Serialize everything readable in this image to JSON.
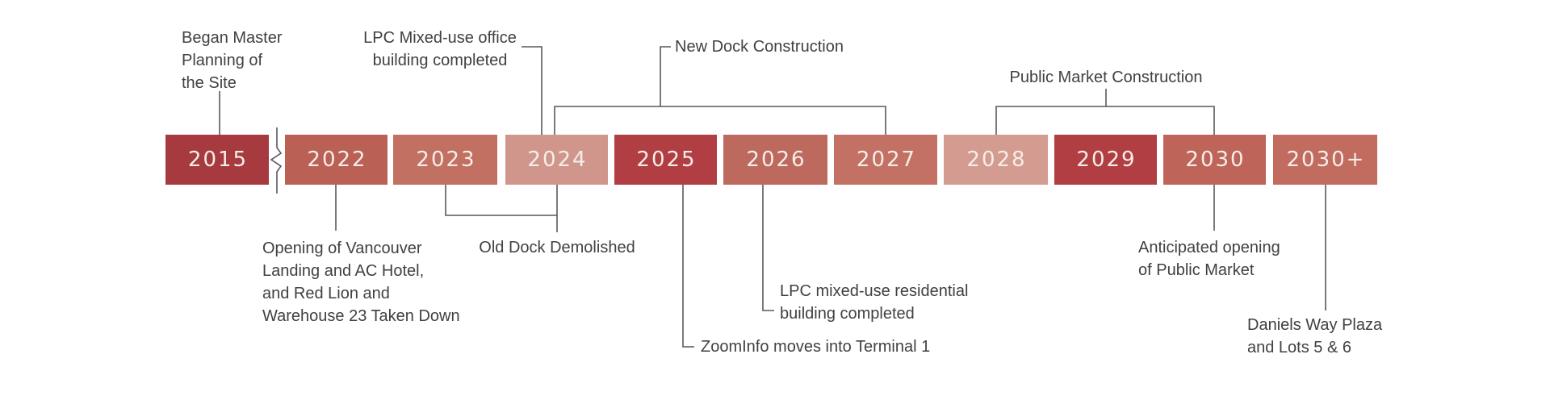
{
  "timeline": {
    "blocks": [
      {
        "label": "2015",
        "color": "#A73A3F"
      },
      {
        "label": "2022",
        "color": "#BB6055"
      },
      {
        "label": "2023",
        "color": "#C27062"
      },
      {
        "label": "2024",
        "color": "#D0968B"
      },
      {
        "label": "2025",
        "color": "#B03E43"
      },
      {
        "label": "2026",
        "color": "#BE695D"
      },
      {
        "label": "2027",
        "color": "#C37164"
      },
      {
        "label": "2028",
        "color": "#D49B90"
      },
      {
        "label": "2029",
        "color": "#B13E42"
      },
      {
        "label": "2030",
        "color": "#BE6459"
      },
      {
        "label": "2030+",
        "color": "#C26C60"
      }
    ],
    "year_text_color": "#F5EEE8",
    "line_color": "#58595B",
    "text_color": "#414042"
  },
  "annotations": {
    "began_master": "Began Master\nPlanning of\nthe Site",
    "lpc_office": "LPC Mixed-use office\nbuilding completed",
    "new_dock": "New Dock Construction",
    "public_market": "Public Market Construction",
    "opening_vancouver": "Opening of Vancouver\nLanding and AC Hotel,\nand Red Lion and\nWarehouse 23 Taken Down",
    "old_dock": "Old Dock Demolished",
    "zoominfo": "ZoomInfo moves into Terminal 1",
    "lpc_residential": "LPC mixed-use residential\nbuilding completed",
    "anticipated_opening": "Anticipated opening\nof Public Market",
    "daniels_way": "Daniels Way Plaza\nand Lots 5 & 6"
  }
}
